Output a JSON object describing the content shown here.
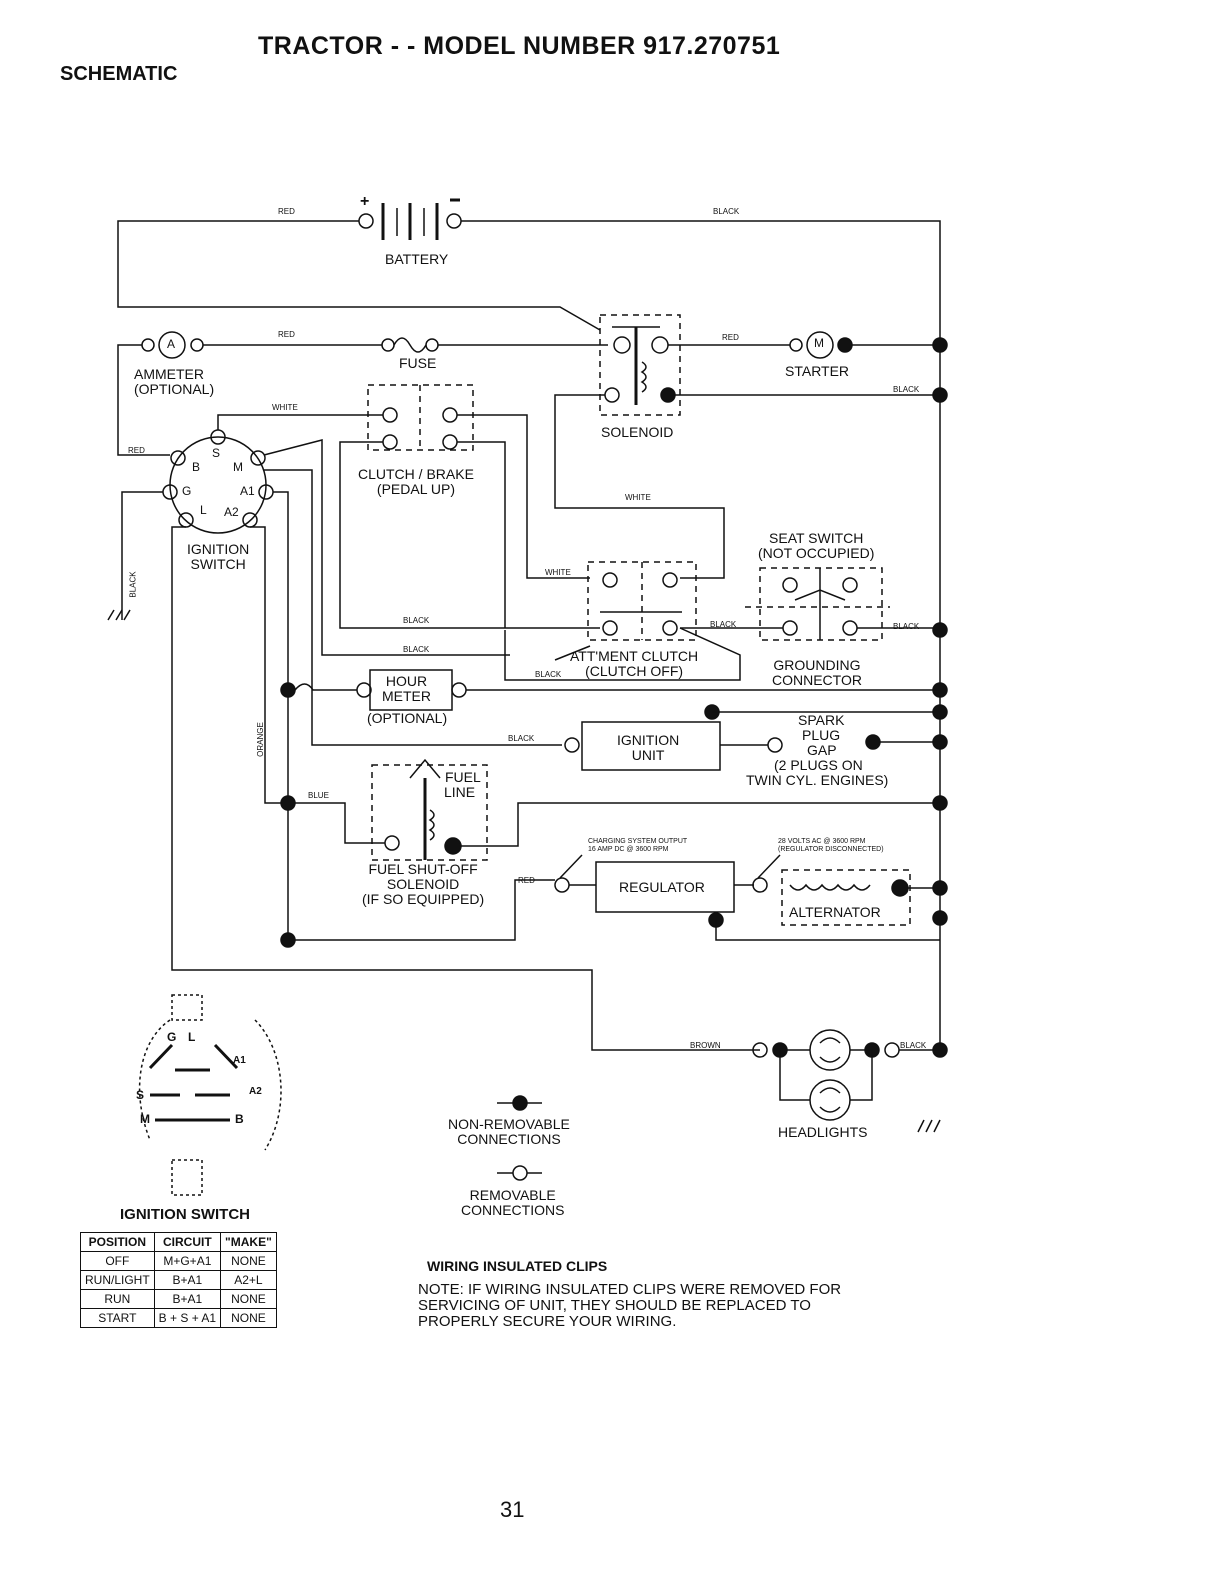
{
  "header": {
    "title": "TRACTOR - - MODEL NUMBER 917.270751",
    "section": "SCHEMATIC"
  },
  "components": {
    "battery": "BATTERY",
    "ammeter": [
      "AMMETER",
      "(OPTIONAL)"
    ],
    "ammeter_symbol": "A",
    "fuse": "FUSE",
    "solenoid": "SOLENOID",
    "starter": "STARTER",
    "starter_symbol": "M",
    "clutch_brake": [
      "CLUTCH / BRAKE",
      "(PEDAL UP)"
    ],
    "ignition_switch": [
      "IGNITION",
      "SWITCH"
    ],
    "ignition_terminals": [
      "S",
      "B",
      "M",
      "G",
      "A1",
      "L",
      "A2"
    ],
    "seat_switch": [
      "SEAT SWITCH",
      "(NOT OCCUPIED)"
    ],
    "attment_clutch": [
      "ATT'MENT CLUTCH",
      "(CLUTCH OFF)"
    ],
    "grounding_connector": [
      "GROUNDING",
      "CONNECTOR"
    ],
    "hour_meter": [
      "HOUR",
      "METER"
    ],
    "hour_meter_note": "(OPTIONAL)",
    "ignition_unit": [
      "IGNITION",
      "UNIT"
    ],
    "spark_plug": [
      "SPARK",
      "PLUG",
      "GAP",
      "(2 PLUGS ON",
      "TWIN CYL. ENGINES)"
    ],
    "fuel_line": [
      "FUEL",
      "LINE"
    ],
    "fuel_solenoid": [
      "FUEL SHUT-OFF",
      "SOLENOID",
      "(IF SO EQUIPPED)"
    ],
    "charging_output": [
      "CHARGING SYSTEM OUTPUT",
      "16 AMP DC @ 3600 RPM"
    ],
    "alternator_output": [
      "28 VOLTS AC @ 3600 RPM",
      "(REGULATOR DISCONNECTED)"
    ],
    "regulator": "REGULATOR",
    "alternator": "ALTERNATOR",
    "headlights": "HEADLIGHTS"
  },
  "wires": {
    "red": "RED",
    "black": "BLACK",
    "white": "WHITE",
    "blue": "BLUE",
    "orange": "ORANGE",
    "brown": "BROWN"
  },
  "switch_diagram": {
    "terminals": [
      "G",
      "L",
      "A1",
      "A2",
      "S",
      "M",
      "B"
    ],
    "title": "IGNITION SWITCH"
  },
  "ignition_table": {
    "headers": [
      "POSITION",
      "CIRCUIT",
      "\"MAKE\""
    ],
    "rows": [
      [
        "OFF",
        "M+G+A1",
        "NONE"
      ],
      [
        "RUN/LIGHT",
        "B+A1",
        "A2+L"
      ],
      [
        "RUN",
        "B+A1",
        "NONE"
      ],
      [
        "START",
        "B + S + A1",
        "NONE"
      ]
    ]
  },
  "legend": {
    "non_removable": [
      "NON-REMOVABLE",
      "CONNECTIONS"
    ],
    "removable": [
      "REMOVABLE",
      "CONNECTIONS"
    ]
  },
  "notes": {
    "heading": "WIRING INSULATED CLIPS",
    "lines": [
      "NOTE: IF WIRING INSULATED CLIPS WERE REMOVED FOR",
      "SERVICING OF UNIT, THEY SHOULD BE REPLACED TO",
      "PROPERLY SECURE YOUR WIRING."
    ]
  },
  "page_number": "31"
}
